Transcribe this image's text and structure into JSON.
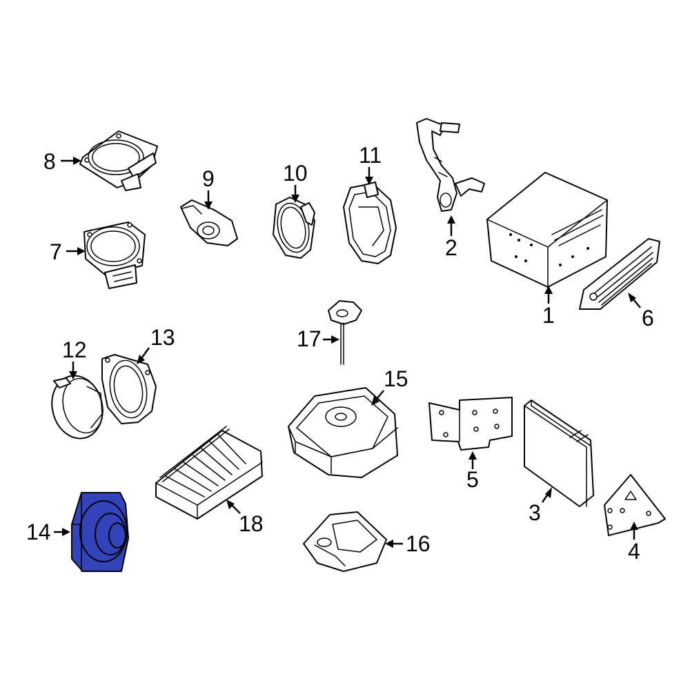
{
  "diagram": {
    "highlight_color": "#3344bb",
    "highlighted_part": "14",
    "callouts": {
      "c1": "1",
      "c2": "2",
      "c3": "3",
      "c4": "4",
      "c5": "5",
      "c6": "6",
      "c7": "7",
      "c8": "8",
      "c9": "9",
      "c10": "10",
      "c11": "11",
      "c12": "12",
      "c13": "13",
      "c14": "14",
      "c15": "15",
      "c16": "16",
      "c17": "17",
      "c18": "18"
    }
  }
}
